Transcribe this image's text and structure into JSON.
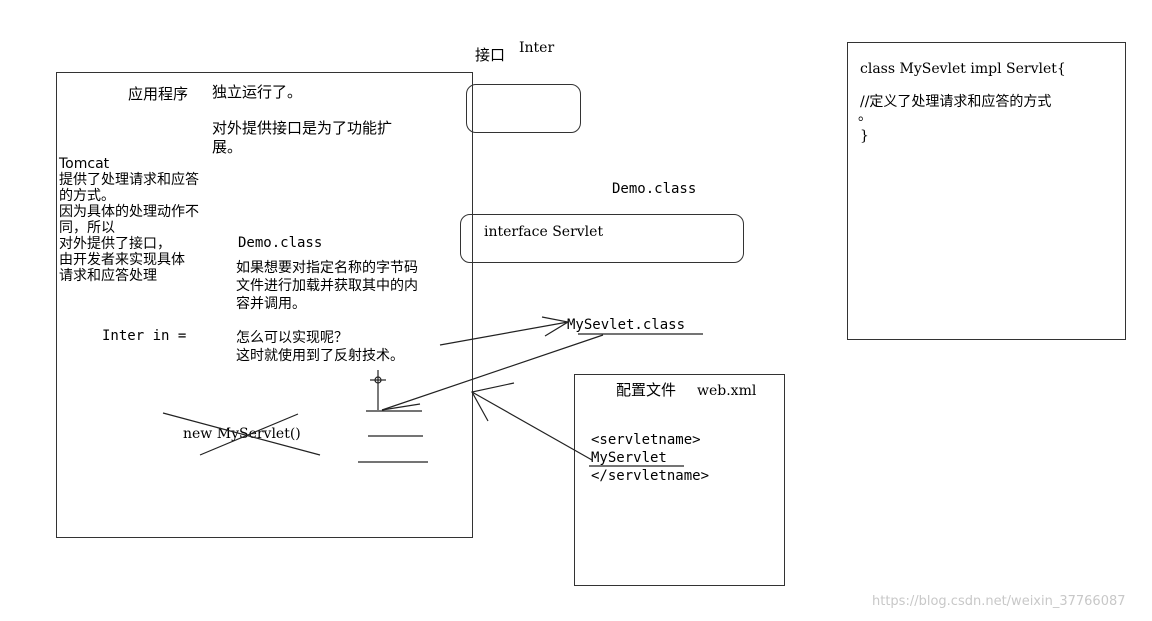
{
  "iface_title": {
    "cn": "接口",
    "en": "Inter"
  },
  "app": {
    "title": "应用程序",
    "line1": "独立运行了。",
    "line2": "对外提供接口是为了功能扩\n展。",
    "tomcat": "Tomcat\n提供了处理请求和应答\n的方式。\n因为具体的处理动作不\n同，所以\n对外提供了接口，\n由开发者来实现具体\n请求和应答处理",
    "demo_label": "Demo.class",
    "demo_desc": "如果想要对指定名称的字节码\n文件进行加载并获取其中的内\n容并调用。",
    "inter_in": "Inter in =",
    "question": "怎么可以实现呢？\n这时就使用到了反射技术。",
    "new_servlet": "new MyServlet()"
  },
  "demo_class_label": "Demo.class",
  "servlet_interface": "interface Servlet",
  "mysevlet_class": "MySevlet.class",
  "config": {
    "title_cn": "配置文件",
    "title_file": "web.xml",
    "xml": "<servletname>\nMyServlet\n</servletname>"
  },
  "code_box": {
    "line1": "class MySevlet impl Servlet{",
    "comment": "//定义了处理请求和应答的方式",
    "dot": "。",
    "close": "}"
  },
  "watermark": "https://blog.csdn.net/weixin_37766087"
}
